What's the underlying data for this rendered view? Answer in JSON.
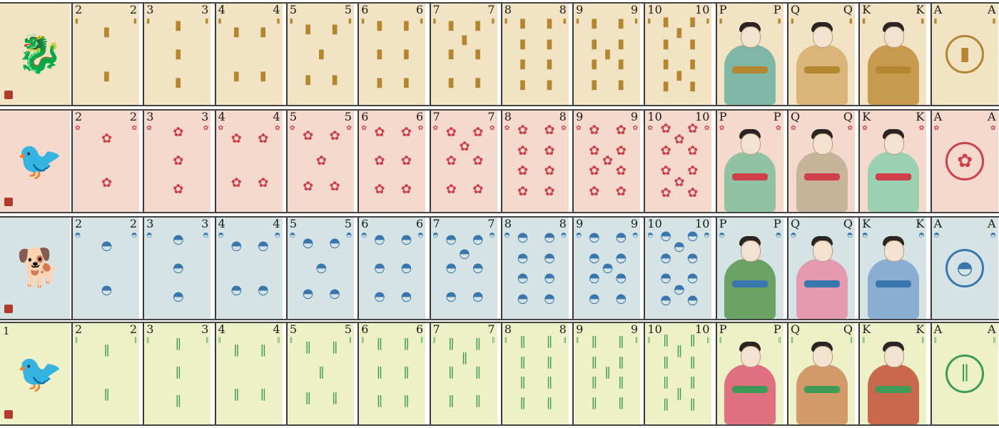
{
  "rows": [
    {
      "suit": "lantern",
      "icon": "lantern-icon",
      "glyph": "▮",
      "back_glyph": "🐉",
      "back_index": "",
      "color": "#b4862f",
      "bg": "#f1e3c3",
      "figure_colors": [
        "#7fb7a7",
        "#d9b57a",
        "#c89a50"
      ],
      "cards": [
        "2",
        "3",
        "4",
        "5",
        "6",
        "7",
        "8",
        "9",
        "10",
        "P",
        "Q",
        "K",
        "A"
      ]
    },
    {
      "suit": "lotus",
      "icon": "lotus-icon",
      "glyph": "✿",
      "back_glyph": "🐦",
      "back_index": "",
      "color": "#cf3f4a",
      "bg": "#f4d9cc",
      "figure_colors": [
        "#8fc3a3",
        "#c8b49b",
        "#9bd0b2"
      ],
      "cards": [
        "2",
        "3",
        "4",
        "5",
        "6",
        "7",
        "8",
        "9",
        "10",
        "P",
        "Q",
        "K",
        "A"
      ]
    },
    {
      "suit": "fan",
      "icon": "fan-icon",
      "glyph": "◓",
      "back_glyph": "🐕",
      "back_index": "",
      "color": "#3a76ae",
      "bg": "#d5e3e5",
      "figure_colors": [
        "#6aa263",
        "#e59ab0",
        "#8aaed2"
      ],
      "cards": [
        "2",
        "3",
        "4",
        "5",
        "6",
        "7",
        "8",
        "9",
        "10",
        "P",
        "Q",
        "K",
        "A"
      ]
    },
    {
      "suit": "bamboo",
      "icon": "bamboo-icon",
      "glyph": "∥",
      "back_glyph": "🐦",
      "back_index": "1",
      "color": "#3f9a57",
      "bg": "#eef1c8",
      "figure_colors": [
        "#e07080",
        "#d29a6a",
        "#c8694e"
      ],
      "cards": [
        "2",
        "3",
        "4",
        "5",
        "6",
        "7",
        "8",
        "9",
        "10",
        "P",
        "Q",
        "K",
        "A"
      ]
    }
  ]
}
